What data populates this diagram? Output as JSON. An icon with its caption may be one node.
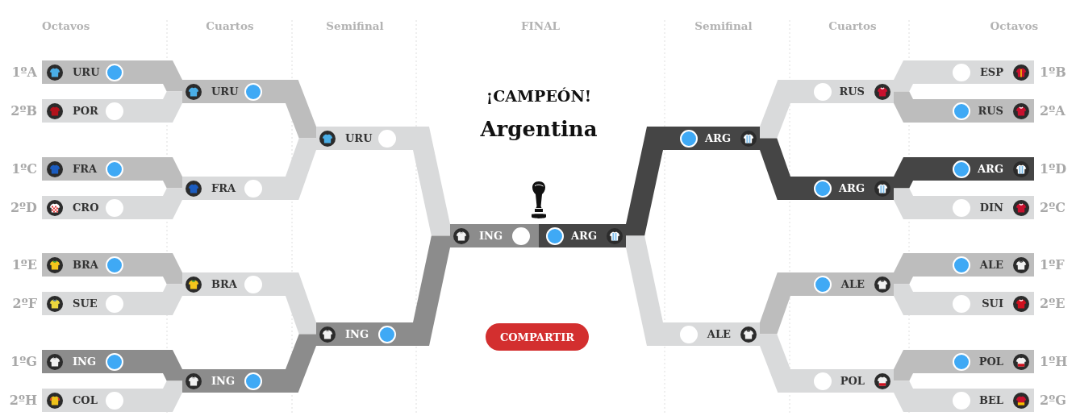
{
  "diagram": {
    "nodes": [
      {
        "text": [
          "URU"
        ],
        "beside": [
          "1ºA"
        ]
      },
      {
        "text": [
          "POR"
        ],
        "beside": [
          "2ºB"
        ]
      },
      {
        "text": [
          "FRA"
        ],
        "beside": [
          "1ºC"
        ]
      },
      {
        "text": [
          "CRO"
        ],
        "beside": [
          "2ºD"
        ]
      },
      {
        "text": [
          "BRA"
        ],
        "beside": [
          "1ºE"
        ]
      },
      {
        "text": [
          "SUE"
        ],
        "beside": [
          "2ºF"
        ]
      },
      {
        "text": [
          "ING"
        ],
        "beside": [
          "1ºG"
        ]
      },
      {
        "text": [
          "COL"
        ],
        "beside": [
          "2ºH"
        ]
      },
      {
        "text": [
          "URU"
        ]
      },
      {
        "text": [
          "FRA"
        ]
      },
      {
        "text": [
          "BRA"
        ]
      },
      {
        "text": [
          "ING"
        ]
      },
      {
        "text": [
          "URU"
        ]
      },
      {
        "text": [
          "ING"
        ]
      },
      {
        "text": [
          "ING"
        ]
      },
      {
        "text": [
          "ARG"
        ]
      },
      {
        "text": [
          "ARG"
        ]
      },
      {
        "text": [
          "ALE"
        ]
      },
      {
        "text": [
          "RUS"
        ]
      },
      {
        "text": [
          "ARG"
        ]
      },
      {
        "text": [
          "ALE"
        ]
      },
      {
        "text": [
          "POL"
        ]
      },
      {
        "text": [
          "ESP"
        ],
        "beside": [
          "1ºB"
        ]
      },
      {
        "text": [
          "RUS"
        ],
        "beside": [
          "2ºA"
        ]
      },
      {
        "text": [
          "ARG"
        ],
        "beside": [
          "1ºD"
        ]
      },
      {
        "text": [
          "DIN"
        ],
        "beside": [
          "2ºC"
        ]
      },
      {
        "text": [
          "ALE"
        ],
        "beside": [
          "1ºF"
        ]
      },
      {
        "text": [
          "SUI"
        ],
        "beside": [
          "2ºE"
        ]
      },
      {
        "text": [
          "POL"
        ],
        "beside": [
          "1ºH"
        ]
      },
      {
        "text": [
          "BEL"
        ],
        "beside": [
          "2ºG"
        ]
      },
      {
        "text": [
          "COMPARTIR"
        ]
      }
    ],
    "edges": [
      {
        "from": 0,
        "to": 8,
        "arrow": "none",
        "color": "#bdbdbd"
      },
      {
        "from": 1,
        "to": 8,
        "arrow": "none"
      },
      {
        "from": 2,
        "to": 9,
        "arrow": "none",
        "color": "#bdbdbd"
      },
      {
        "from": 3,
        "to": 9,
        "arrow": "none"
      },
      {
        "from": 4,
        "to": 10,
        "arrow": "none",
        "color": "#bdbdbd"
      },
      {
        "from": 5,
        "to": 10,
        "arrow": "none"
      },
      {
        "from": 6,
        "to": 11,
        "arrow": "none",
        "color": "#8c8c8c"
      },
      {
        "from": 7,
        "to": 11,
        "arrow": "none"
      },
      {
        "from": 8,
        "to": 12,
        "arrow": "none",
        "color": "#bdbdbd"
      },
      {
        "from": 9,
        "to": 12,
        "arrow": "none"
      },
      {
        "from": 10,
        "to": 13,
        "arrow": "none"
      },
      {
        "from": 11,
        "to": 13,
        "arrow": "none",
        "color": "#8c8c8c"
      },
      {
        "from": 12,
        "to": 14,
        "arrow": "none"
      },
      {
        "from": 13,
        "to": 14,
        "arrow": "none",
        "color": "#8c8c8c"
      },
      {
        "from": 16,
        "to": 15,
        "arrow": "none",
        "color": "#454545"
      },
      {
        "from": 17,
        "to": 15,
        "arrow": "none"
      },
      {
        "from": 18,
        "to": 16,
        "arrow": "none"
      },
      {
        "from": 19,
        "to": 16,
        "arrow": "none",
        "color": "#454545"
      },
      {
        "from": 20,
        "to": 17,
        "arrow": "none",
        "color": "#bdbdbd"
      },
      {
        "from": 21,
        "to": 17,
        "arrow": "none"
      },
      {
        "from": 22,
        "to": 18,
        "arrow": "none"
      },
      {
        "from": 23,
        "to": 18,
        "arrow": "none",
        "color": "#bdbdbd"
      },
      {
        "from": 24,
        "to": 19,
        "arrow": "none",
        "color": "#454545"
      },
      {
        "from": 25,
        "to": 19,
        "arrow": "none"
      },
      {
        "from": 26,
        "to": 20,
        "arrow": "none",
        "color": "#bdbdbd"
      },
      {
        "from": 27,
        "to": 20,
        "arrow": "none"
      },
      {
        "from": 28,
        "to": 21,
        "arrow": "none",
        "color": "#bdbdbd"
      },
      {
        "from": 29,
        "to": 21,
        "arrow": "none"
      }
    ],
    "labels": [
      "Octavos",
      "Cuartos",
      "Semifinal",
      "FINAL",
      "Semifinal",
      "Cuartos",
      "Octavos",
      "¡CAMPEÓN!",
      "Argentina"
    ]
  }
}
